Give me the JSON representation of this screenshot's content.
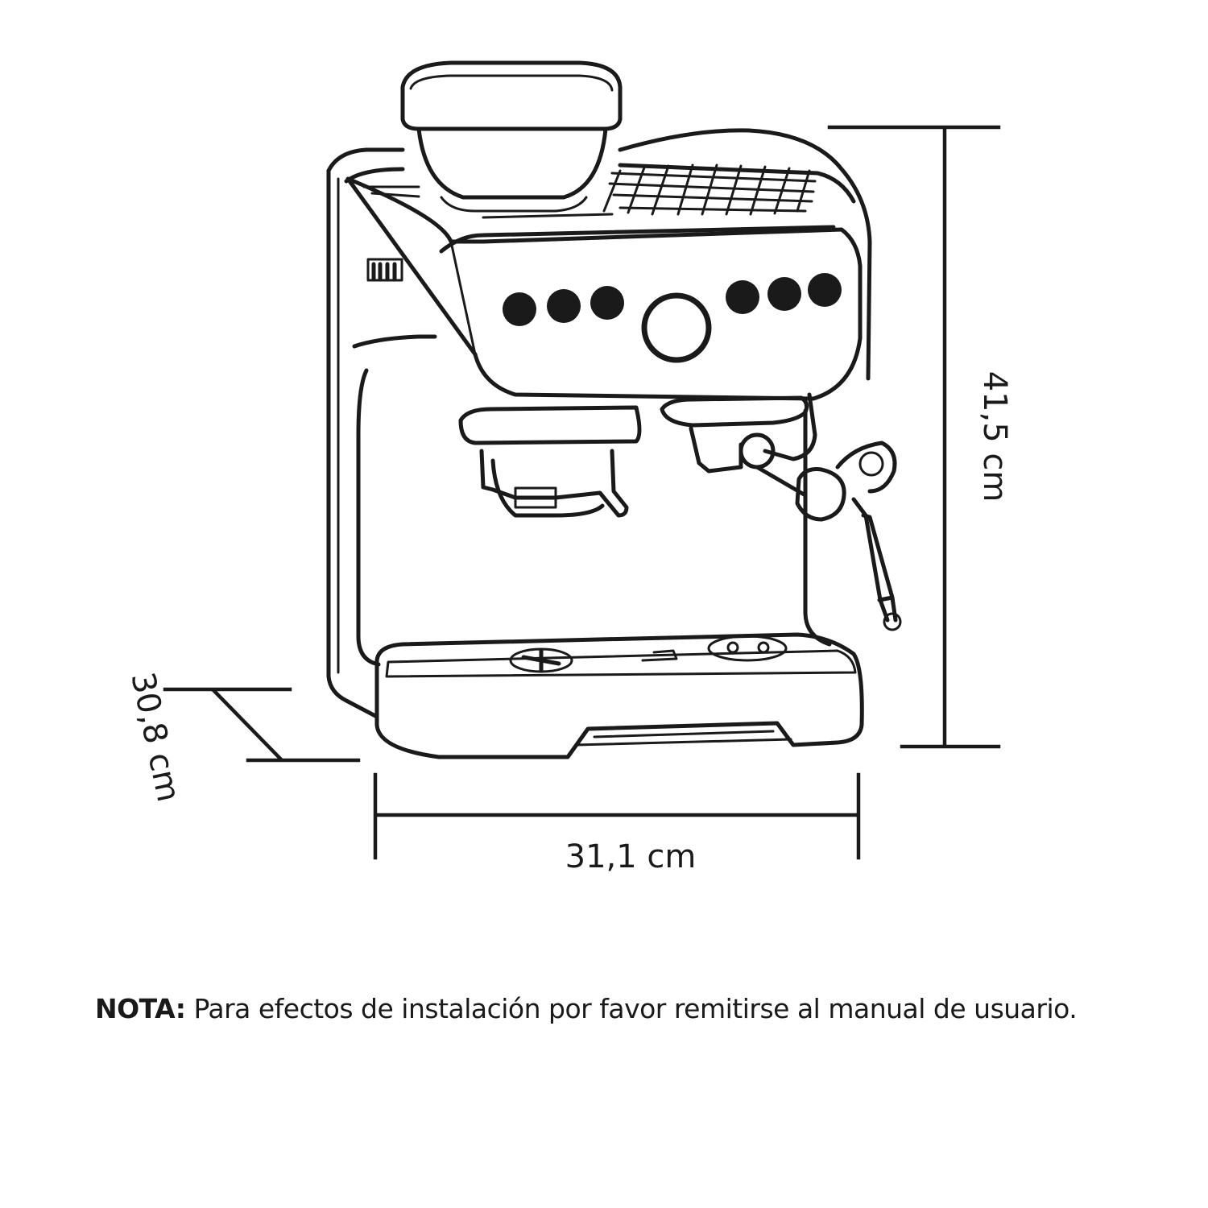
{
  "dimensions": {
    "height_label": "41,5 cm",
    "width_label": "31,1 cm",
    "depth_label": "30,8 cm"
  },
  "note": {
    "prefix": "NOTA:",
    "text": " Para efectos de instalación por favor remitirse al manual de usuario."
  },
  "icons": {
    "machine": "espresso-machine-drawing",
    "power_switch": "power-switch-icon",
    "drip_tray_symbols": "drip-tray-symbol-icon"
  }
}
